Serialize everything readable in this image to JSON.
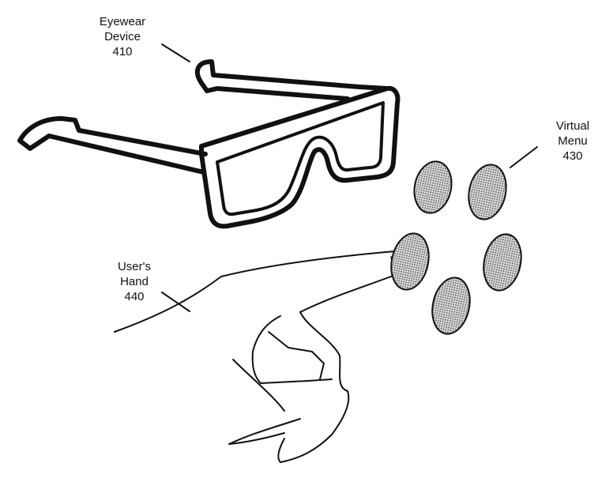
{
  "labels": {
    "eyewear": {
      "line1": "Eyewear",
      "line2": "Device",
      "ref": "410"
    },
    "menu": {
      "line1": "Virtual",
      "line2": "Menu",
      "ref": "430"
    },
    "hand": {
      "line1": "User's",
      "line2": "Hand",
      "ref": "440"
    }
  },
  "colors": {
    "ink": "#111111",
    "hatch": "#888888"
  }
}
